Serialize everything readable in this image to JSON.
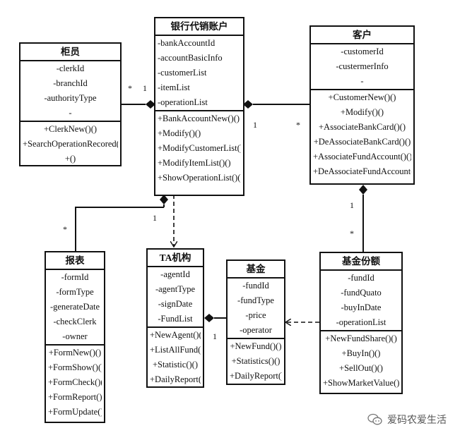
{
  "classes": {
    "teller": {
      "name": "柜员",
      "attributes": [
        "-clerkId",
        "-branchId",
        "-authorityType",
        "-"
      ],
      "operations": [
        "+ClerkNew()()",
        "+SearchOperationRecored()()",
        "+()"
      ]
    },
    "bank_account": {
      "name": "银行代销账户",
      "attributes": [
        "-bankAccountId",
        "-accountBasicInfo",
        "-customerList",
        "-itemList",
        "-operationList"
      ],
      "operations": [
        "+BankAccountNew()()",
        "+Modify()()",
        "+ModifyCustomerList()()",
        "+ModifyItemList()()",
        "+ShowOperationList()()"
      ]
    },
    "customer": {
      "name": "客户",
      "attributes": [
        "-customerId",
        "-custermerInfo",
        "-"
      ],
      "operations": [
        "+CustomerNew()()",
        "+Modify()()",
        "+AssociateBankCard()()",
        "+DeAssociateBankCard()()",
        "+AssociateFundAccount()()",
        "+DeAssociateFundAccount()()"
      ]
    },
    "report": {
      "name": "报表",
      "attributes": [
        "-formId",
        "-formType",
        "-generateDate",
        "-checkClerk",
        "-owner"
      ],
      "operations": [
        "+FormNew()()",
        "+FormShow()()",
        "+FormCheck()()",
        "+FormReport()()",
        "+FormUpdate()()"
      ]
    },
    "ta_agency": {
      "name": "TA机构",
      "attributes": [
        "-agentId",
        "-agentType",
        "-signDate",
        "-FundList"
      ],
      "operations": [
        "+NewAgent()()",
        "+ListAllFund()()",
        "+Statistic()()",
        "+DailyReport()"
      ]
    },
    "fund": {
      "name": "基金",
      "attributes": [
        "-fundId",
        "-fundType",
        "-price",
        "-operator"
      ],
      "operations": [
        "+NewFund()()",
        "+Statistics()()",
        "+DailyReport()()"
      ]
    },
    "fund_share": {
      "name": "基金份额",
      "attributes": [
        "-fundId",
        "-fundQuato",
        "-buyInDate",
        "-operationList"
      ],
      "operations": [
        "+NewFundShare()()",
        "+BuyIn()()",
        "+SellOut()()",
        "+ShowMarketValue()()"
      ]
    }
  },
  "multiplicities": {
    "teller_star": "*",
    "teller_one": "1",
    "customer_one": "1",
    "customer_star": "*",
    "customer_share_one": "1",
    "share_star": "*",
    "report_star": "*",
    "report_one": "1",
    "ta_fund": "1"
  },
  "watermark": "爱码农爱生活",
  "colors": {
    "line": "#111111",
    "watermark": "#555555"
  }
}
